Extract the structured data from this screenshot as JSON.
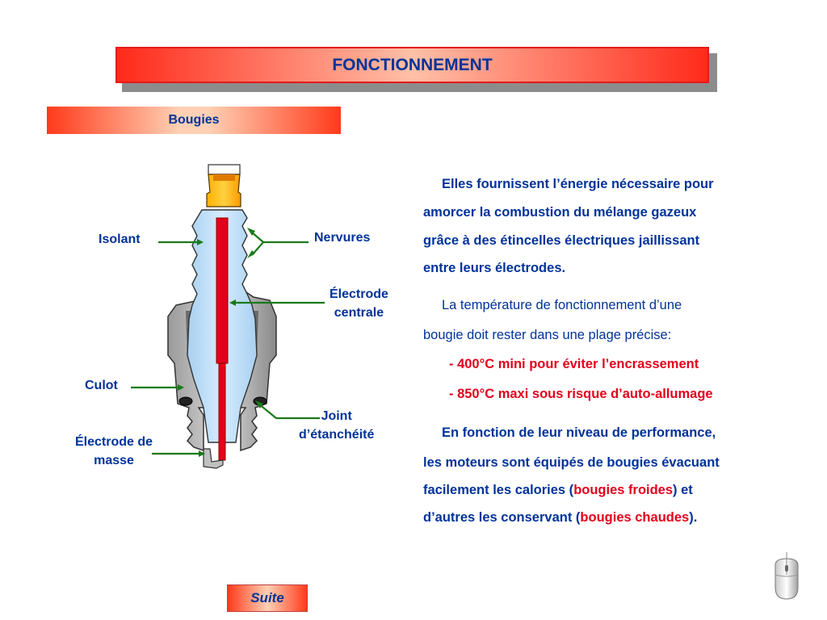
{
  "header": {
    "title": "FONCTIONNEMENT"
  },
  "section": {
    "subtitle": "Bougies"
  },
  "diagram": {
    "labels": {
      "isolant": "Isolant",
      "nervures": "Nervures",
      "electrode_centrale_1": "Électrode",
      "electrode_centrale_2": "centrale",
      "culot": "Culot",
      "joint_1": "Joint",
      "joint_2": "d’étanchéité",
      "electrode_masse_1": "Électrode de",
      "electrode_masse_2": "masse"
    }
  },
  "text": {
    "p1": [
      "Elles fournissent l’énergie nécessaire pour",
      "amorcer la combustion du mélange gazeux",
      "grâce à des étincelles électriques jaillissant",
      "entre leurs électrodes."
    ],
    "p2": [
      "La température de fonctionnement d’une",
      "bougie doit rester dans une plage précise:"
    ],
    "bullet1": "-  400°C mini pour éviter l’encrassement",
    "bullet2": "-  850°C maxi sous risque d’auto-allumage",
    "p3_l1": "En fonction de leur niveau de performance,",
    "p3_l2": "les moteurs sont équipés de bougies évacuant",
    "p3_l3_a": "facilement les calories (",
    "p3_l3_red": "bougies froides",
    "p3_l3_b": ") et",
    "p3_l4_a": "d’autres les conservant (",
    "p3_l4_red": "bougies chaudes",
    "p3_l4_b": ")."
  },
  "nav": {
    "suite_label": "Suite"
  },
  "icons": {
    "mouse": "mouse-icon"
  },
  "colors": {
    "text_blue": "#003399",
    "accent_red": "#e3001b",
    "header_border": "#e51a1a",
    "leader_green": "#1a7a1a"
  }
}
